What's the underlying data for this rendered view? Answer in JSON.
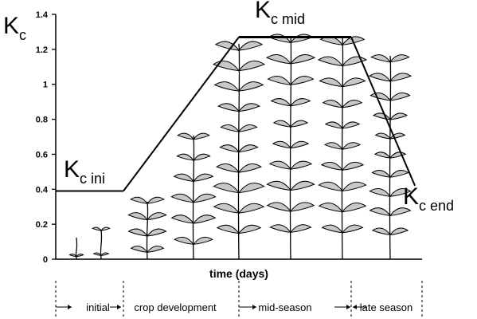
{
  "chart_data": {
    "type": "line",
    "title": "",
    "ylabel_main": "K",
    "ylabel_sub": "c",
    "xlabel": "time (days)",
    "ylim": [
      0,
      1.4
    ],
    "yticks": [
      "0",
      "0.2",
      "0.4",
      "0.6",
      "0.8",
      "1",
      "1.2",
      "1.4"
    ],
    "grid": false,
    "stages": [
      "initial",
      "crop development",
      "mid-season",
      "late season"
    ],
    "series": [
      {
        "points": [
          {
            "stage_position": 0.0,
            "kc": 0.39
          },
          {
            "stage_position": 1.0,
            "kc": 0.39
          },
          {
            "stage_position": 2.0,
            "kc": 1.27
          },
          {
            "stage_position": 3.0,
            "kc": 1.27
          },
          {
            "stage_position": 3.9,
            "kc": 0.42
          }
        ]
      }
    ],
    "annotations": [
      {
        "main": "K",
        "sub": "c ini"
      },
      {
        "main": "K",
        "sub": "c mid"
      },
      {
        "main": "K",
        "sub": "c end"
      }
    ]
  }
}
